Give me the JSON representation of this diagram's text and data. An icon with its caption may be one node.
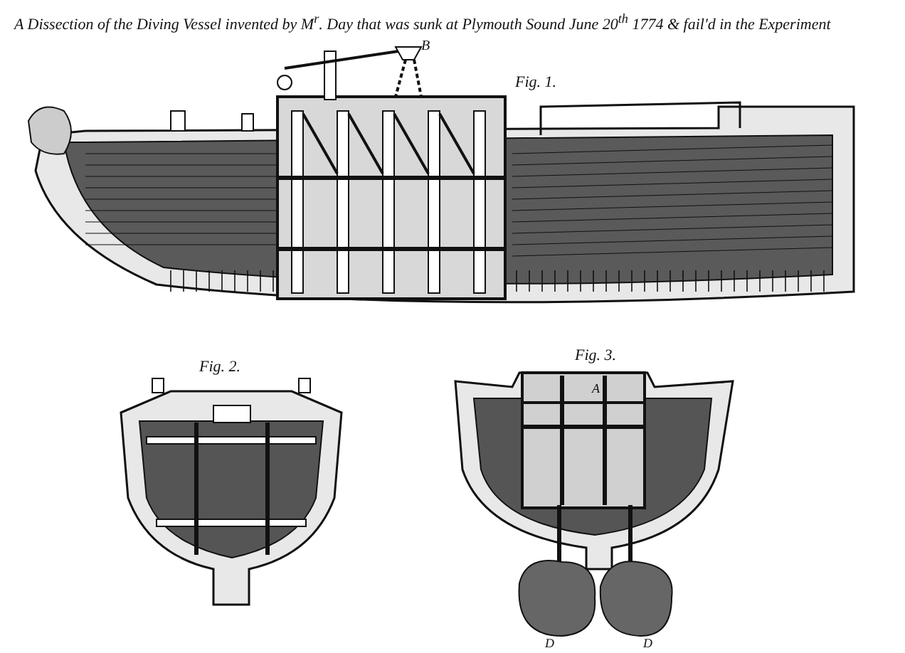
{
  "diagram": {
    "title": "A Dissection of the Diving Vessel invented by M$^{r}$. Day that was sunk at Plymouth Sound June 20$^{th}$ 1774 & fail'd in the Experiment",
    "labels": [
      "B",
      "Fig. 1.",
      "Fig. 2.",
      "Fig. 3.",
      "A",
      "D",
      "D"
    ]
  }
}
